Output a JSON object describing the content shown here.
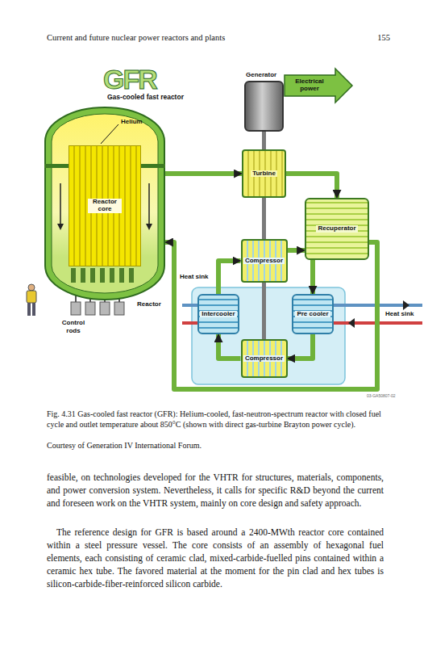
{
  "diagram": {
    "title": "Gas-cooled fast reactor",
    "caption": "Fig. 4.31 Gas-cooled fast reactor (GFR): Helium-cooled, fast-neutron-spectrum reactor with closed fuel cycle and outlet temperature about 850°C (shown with direct gas-turbine Brayton power cycle).",
    "nodes": [
      {
        "text": [
          "Generator"
        ]
      },
      {
        "text": [
          "Electrical power"
        ]
      },
      {
        "text": [
          "Reactor"
        ]
      },
      {
        "text": [
          "Reactor core"
        ],
        "in": 2
      },
      {
        "text": [
          "Turbine"
        ]
      },
      {
        "text": [
          "Recuperator"
        ]
      },
      {
        "text": [
          "Compressor"
        ]
      },
      {
        "text": [
          "Intercooler"
        ]
      },
      {
        "text": [
          "Pre cooler"
        ]
      },
      {
        "text": [
          "Compressor"
        ]
      }
    ],
    "edges": [
      {
        "from": 2,
        "to": 4,
        "arrow": "to"
      },
      {
        "from": 4,
        "to": 5,
        "arrow": "to"
      },
      {
        "from": 5,
        "to": 8,
        "arrow": "to"
      },
      {
        "from": 8,
        "to": 9,
        "arrow": "to"
      },
      {
        "from": 9,
        "to": 7,
        "arrow": "to"
      },
      {
        "from": 7,
        "to": 6,
        "arrow": "to"
      },
      {
        "from": 6,
        "to": 5,
        "arrow": "to"
      },
      {
        "from": 5,
        "to": 2,
        "arrow": "to"
      },
      {
        "from": 0,
        "to": 4,
        "arrow": "none"
      },
      {
        "from": 4,
        "to": 6,
        "arrow": "none"
      },
      {
        "from": 6,
        "to": 9,
        "arrow": "none"
      }
    ],
    "labels": [
      "Current and future nuclear power reactors and plants",
      "155",
      "GFR",
      "Helium",
      "Heat sink",
      "Heat sink",
      "Control rods",
      "03-GA50807-02",
      "Courtesy of Generation IV International Forum.",
      "feasible, on technologies developed for the VHTR for structures, materials, components, and power conversion system. Nevertheless, it calls for specific R&D beyond the current and foreseen work on the VHTR system, mainly on core design and safety approach.",
      "The reference design for GFR is based around a 2400-MWth reactor core contained within a steel pressure vessel. The core consists of an assembly of hexagonal fuel elements, each consisting of ceramic clad, mixed-carbide-fuelled pins contained within a ceramic hex tube. The favored material at the moment for the pin clad and hex tubes is silicon-carbide-fiber-reinforced silicon carbide."
    ]
  }
}
